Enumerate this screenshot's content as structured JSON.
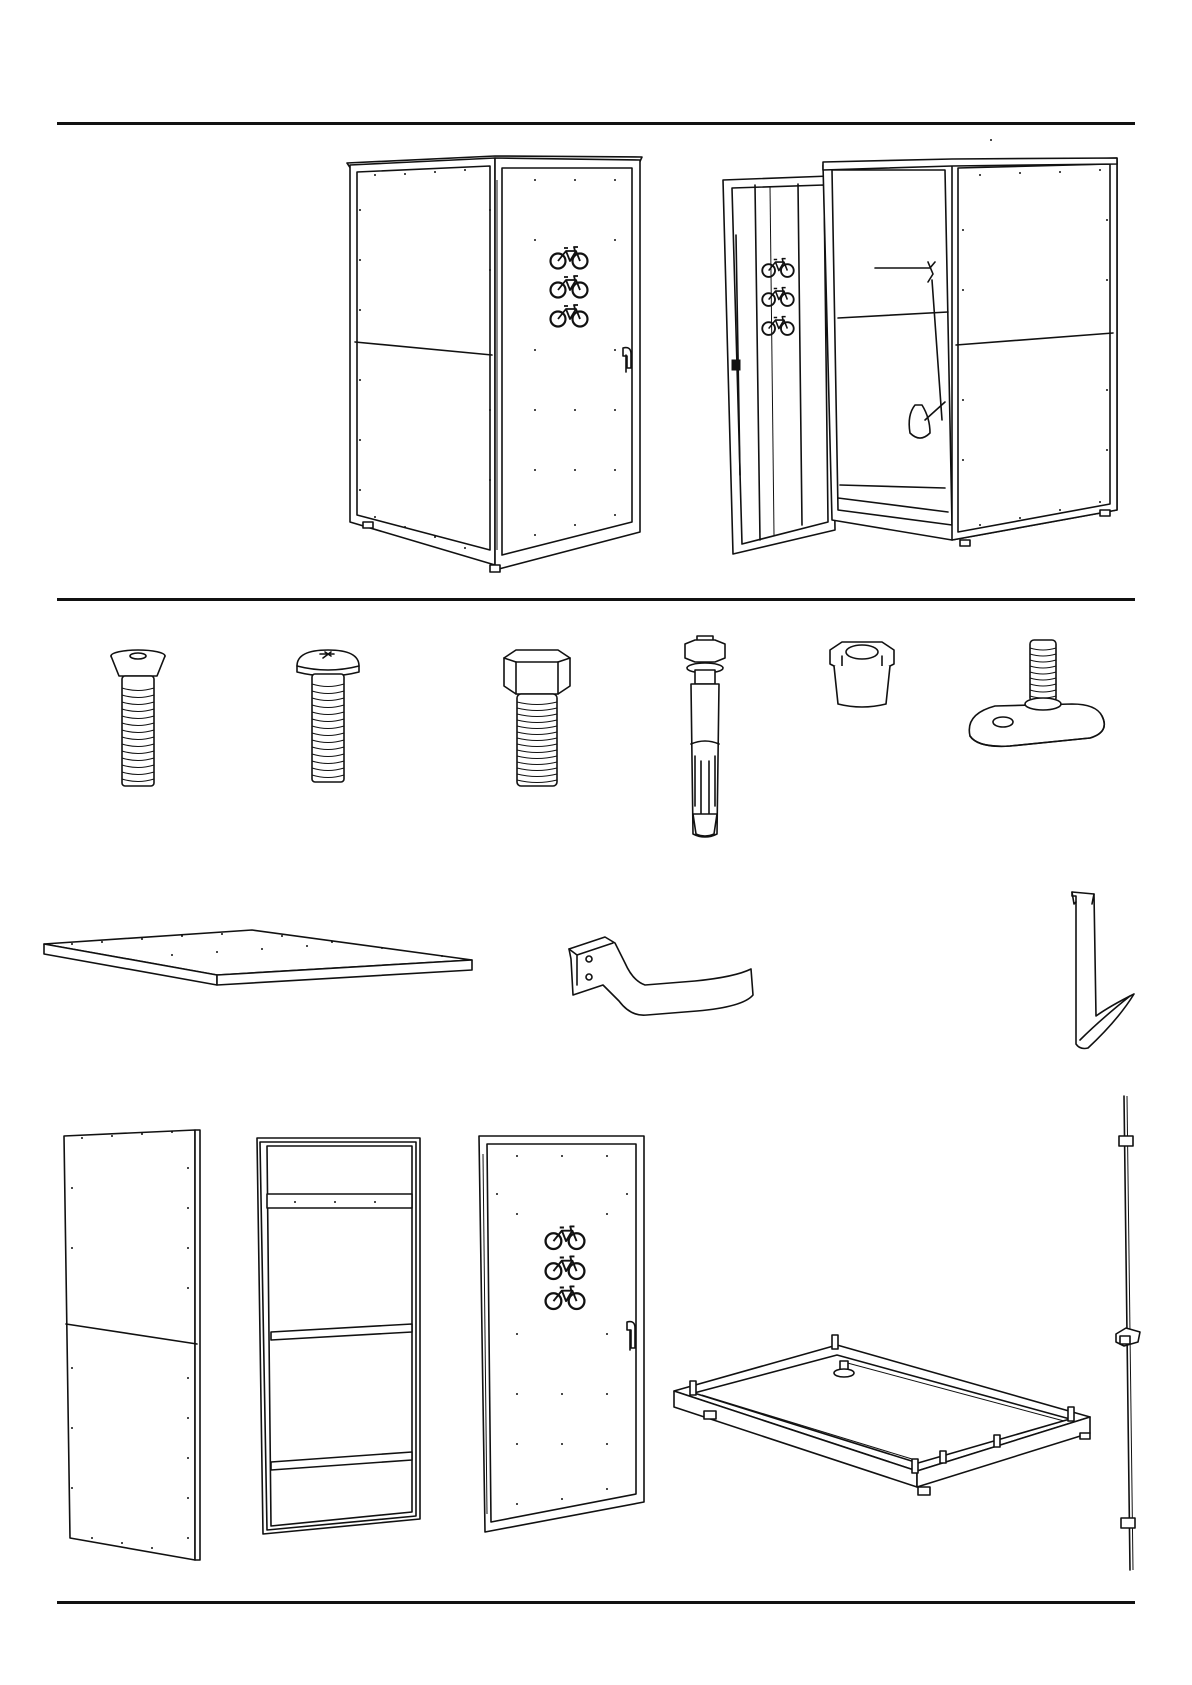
{
  "page": {
    "background": "#ffffff",
    "line_color": "#111111"
  },
  "sections": [
    {
      "name": "assembled-views",
      "figures": [
        "locker-closed",
        "locker-open"
      ]
    },
    {
      "name": "hardware",
      "figures": [
        "countersunk-screw",
        "pan-head-screw",
        "hex-bolt",
        "expansion-anchor",
        "hex-nut",
        "leveling-foot"
      ]
    },
    {
      "name": "brackets-and-roof",
      "figures": [
        "roof-panel",
        "handlebar-bracket",
        "saddle-hook"
      ]
    },
    {
      "name": "panels-and-base",
      "figures": [
        "side-panel",
        "rear-frame",
        "door-panel",
        "base-frame",
        "locking-rod"
      ]
    }
  ],
  "icons": [
    "bicycle-icon"
  ]
}
